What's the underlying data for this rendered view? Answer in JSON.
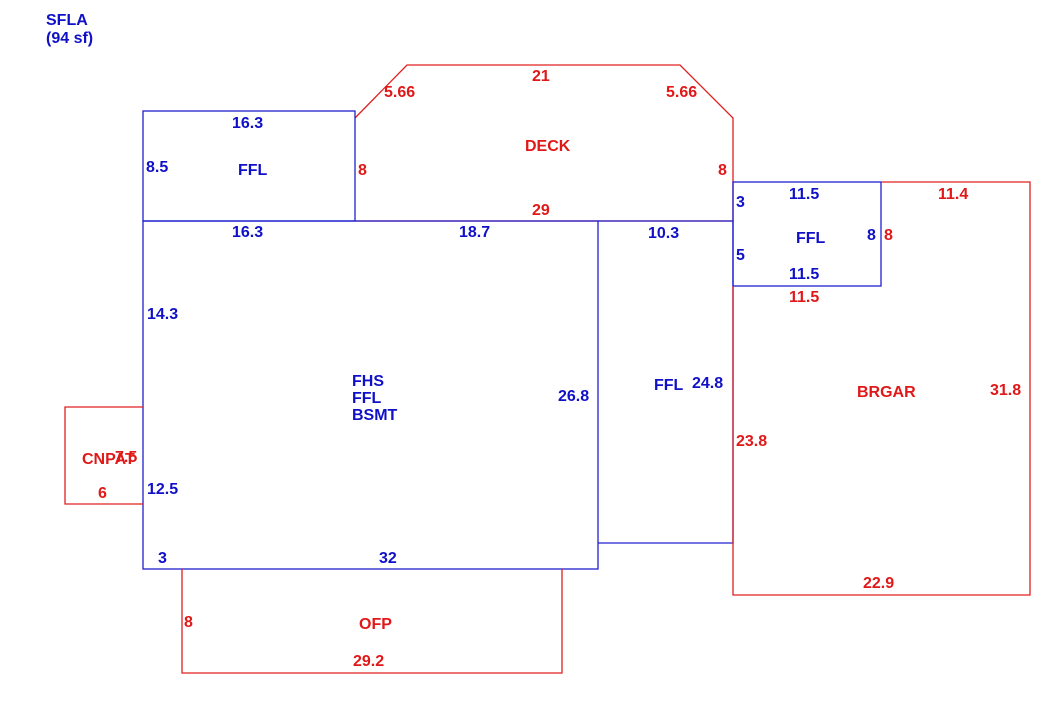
{
  "colors": {
    "living": "#1010c8",
    "other": "#e01818",
    "background": "#ffffff"
  },
  "header": {
    "sfla_label": "SFLA",
    "sfla_area": "(94 sf)"
  },
  "areas": {
    "ffl_upper_left": {
      "label": "FFL",
      "top": "16.3",
      "side": "8.5",
      "bottom": "16.3",
      "right": "8"
    },
    "deck": {
      "label": "DECK",
      "top": "21",
      "left_diag": "5.66",
      "right_diag": "5.66",
      "right": "8",
      "bottom": "29"
    },
    "main": {
      "label_1": "FHS",
      "label_2": "FFL",
      "label_3": "BSMT",
      "top": "18.7",
      "left_upper": "14.3",
      "left_lower": "12.5",
      "right": "26.8",
      "bottom_left": "3",
      "bottom": "32"
    },
    "ffl_middle": {
      "label": "FFL",
      "top": "10.3",
      "right": "24.8"
    },
    "ffl_right": {
      "label": "FFL",
      "top": "11.5",
      "left_upper": "3",
      "left_lower": "5",
      "right": "8",
      "bottom": "11.5"
    },
    "brgar": {
      "label": "BRGAR",
      "top": "11.4",
      "side": "8",
      "inner_top": "11.5",
      "left": "23.8",
      "right": "31.8",
      "bottom": "22.9"
    },
    "cnpat": {
      "label": "CNPAT",
      "side": "7.5",
      "bottom": "6"
    },
    "ofp": {
      "label": "OFP",
      "left": "8",
      "bottom": "29.2"
    }
  }
}
